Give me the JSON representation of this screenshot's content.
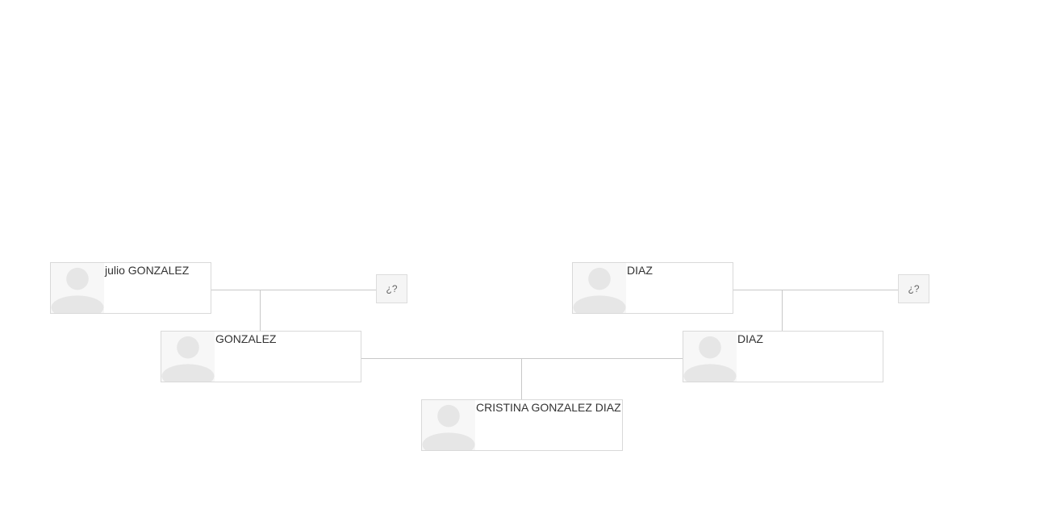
{
  "tree": {
    "persons": {
      "grandfather_paternal": {
        "name": "julio GONZALEZ"
      },
      "grandfather_maternal": {
        "name": "DIAZ"
      },
      "father": {
        "name": "GONZALEZ"
      },
      "mother": {
        "name": "DIAZ"
      },
      "root": {
        "name": "CRISTINA GONZALEZ DIAZ"
      }
    },
    "unknown_paternal_grandmother": {
      "label": "¿?"
    },
    "unknown_maternal_grandmother": {
      "label": "¿?"
    },
    "icons": {
      "avatar": "person-silhouette-icon"
    },
    "colors": {
      "line": "#c8c8c8",
      "card_border": "#d9d9d9",
      "avatar_bg": "#f7f7f7",
      "avatar_fg": "#e6e6e6",
      "text": "#333333"
    }
  }
}
